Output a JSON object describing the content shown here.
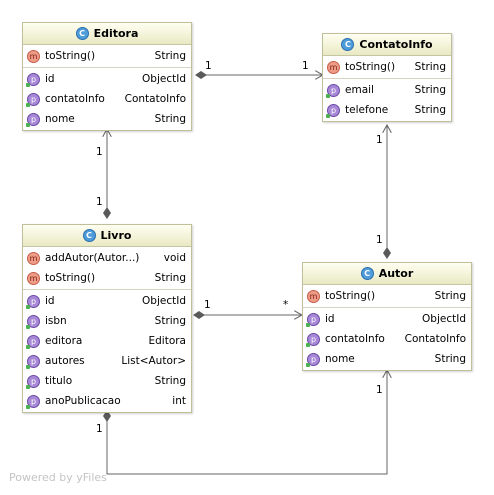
{
  "classes": {
    "editora": {
      "title": "Editora",
      "methods": [
        {
          "name": "toString()",
          "type": "String"
        }
      ],
      "properties": [
        {
          "name": "id",
          "type": "ObjectId"
        },
        {
          "name": "contatoInfo",
          "type": "ContatoInfo"
        },
        {
          "name": "nome",
          "type": "String"
        }
      ]
    },
    "contatoinfo": {
      "title": "ContatoInfo",
      "methods": [
        {
          "name": "toString()",
          "type": "String"
        }
      ],
      "properties": [
        {
          "name": "email",
          "type": "String"
        },
        {
          "name": "telefone",
          "type": "String"
        }
      ]
    },
    "livro": {
      "title": "Livro",
      "methods": [
        {
          "name": "addAutor(Autor...)",
          "type": "void"
        },
        {
          "name": "toString()",
          "type": "String"
        }
      ],
      "properties": [
        {
          "name": "id",
          "type": "ObjectId"
        },
        {
          "name": "isbn",
          "type": "String"
        },
        {
          "name": "editora",
          "type": "Editora"
        },
        {
          "name": "autores",
          "type": "List<Autor>"
        },
        {
          "name": "titulo",
          "type": "String"
        },
        {
          "name": "anoPublicacao",
          "type": "int"
        }
      ]
    },
    "autor": {
      "title": "Autor",
      "methods": [
        {
          "name": "toString()",
          "type": "String"
        }
      ],
      "properties": [
        {
          "name": "id",
          "type": "ObjectId"
        },
        {
          "name": "contatoInfo",
          "type": "ContatoInfo"
        },
        {
          "name": "nome",
          "type": "String"
        }
      ]
    }
  },
  "multiplicities": {
    "editora_contato_near": "1",
    "editora_contato_far": "1",
    "editora_livro_near": "1",
    "editora_livro_far": "1",
    "contato_autor_near": "1",
    "contato_autor_far": "1",
    "livro_autor_near": "1",
    "livro_autor_far": "*",
    "livro_autor_bottom_near": "1",
    "livro_autor_bottom_far": "1"
  },
  "watermark": "Powered by yFiles"
}
